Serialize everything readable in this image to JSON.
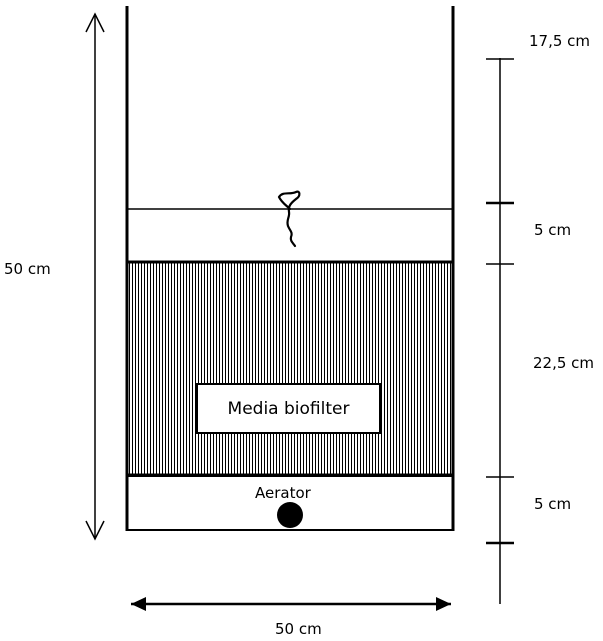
{
  "labels": {
    "height_total": "50 cm",
    "width_total": "50 cm",
    "seg_top": "17,5 cm",
    "seg_water": "5 cm",
    "seg_media": "22,5 cm",
    "seg_bottom": "5 cm",
    "media": "Media biofilter",
    "aerator": "Aerator"
  },
  "colors": {
    "line": "#000000",
    "hatch": "#000000",
    "background": "#ffffff"
  }
}
